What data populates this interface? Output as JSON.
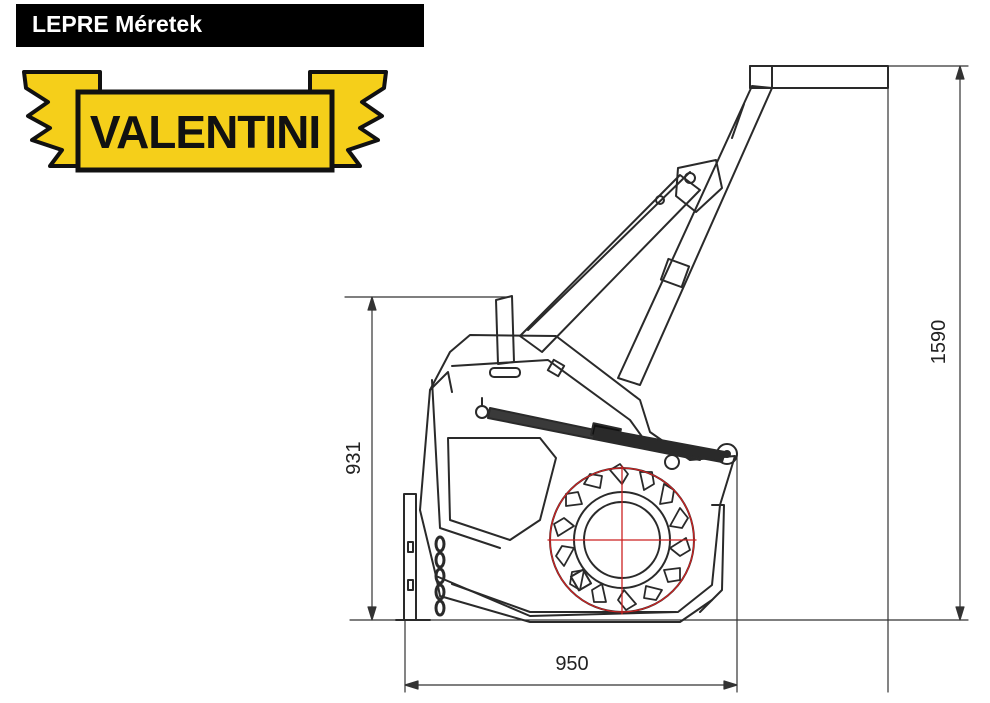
{
  "header": {
    "title": "LEPRE Méretek"
  },
  "logo": {
    "text": "VALENTINI",
    "color": "#f5cf1a"
  },
  "dimensions": {
    "height_overall": "1590",
    "height_body": "931",
    "width": "950"
  },
  "colors": {
    "rotor_crosshair": "#cc2222",
    "line": "#2a2a2a"
  }
}
